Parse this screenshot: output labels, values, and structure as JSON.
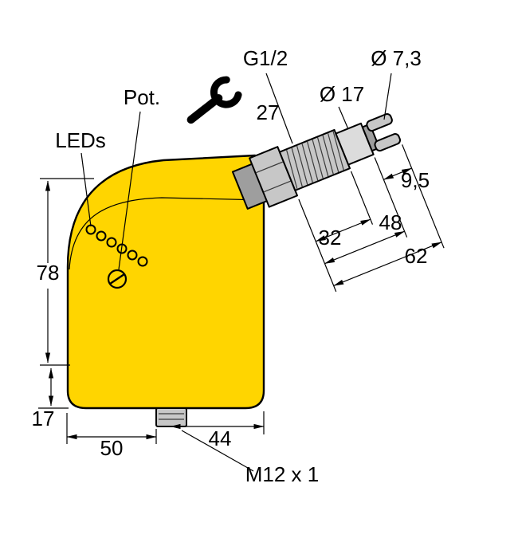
{
  "drawing": {
    "callouts": {
      "leds": "LEDs",
      "pot": "Pot.",
      "wrench_size": "27",
      "thread_size": "G1/2",
      "cable_diameter": "Ø 7,3",
      "housing_diameter": "Ø 17",
      "connector": "M12 x 1"
    },
    "dimensions": {
      "height": "78",
      "base_height": "17",
      "depth": "50",
      "width": "44",
      "tip_length": "9,5",
      "thread_length": "32",
      "shaft_length": "48",
      "total_shaft_length": "62"
    },
    "colors": {
      "body": "#FFD500",
      "metal": "#C7C7C7",
      "metal_light": "#DCDCDC",
      "metal_dark": "#9E9E9E",
      "line": "#000000"
    }
  }
}
